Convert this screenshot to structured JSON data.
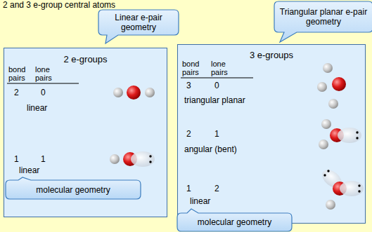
{
  "diagram": {
    "title": "2 and 3 e-group central atoms",
    "nodes": [
      {
        "text": [
          "Linear e-pair geometry"
        ]
      },
      {
        "text": [
          "Triangular planar e-pair geometry"
        ]
      },
      {
        "text": [
          "2 e-groups"
        ]
      },
      {
        "text": [
          "3 e-groups"
        ]
      },
      {
        "text": [
          "molecular geometry"
        ]
      },
      {
        "text": [
          "molecular geometry"
        ]
      }
    ],
    "labels": [
      "bond pairs",
      "lone pairs",
      "2",
      "0",
      "linear",
      "1",
      "1",
      "linear",
      "bond pairs",
      "lone pairs",
      "3",
      "0",
      "triangular planar",
      "2",
      "1",
      "angular (bent)",
      "1",
      "2",
      "linear"
    ]
  }
}
